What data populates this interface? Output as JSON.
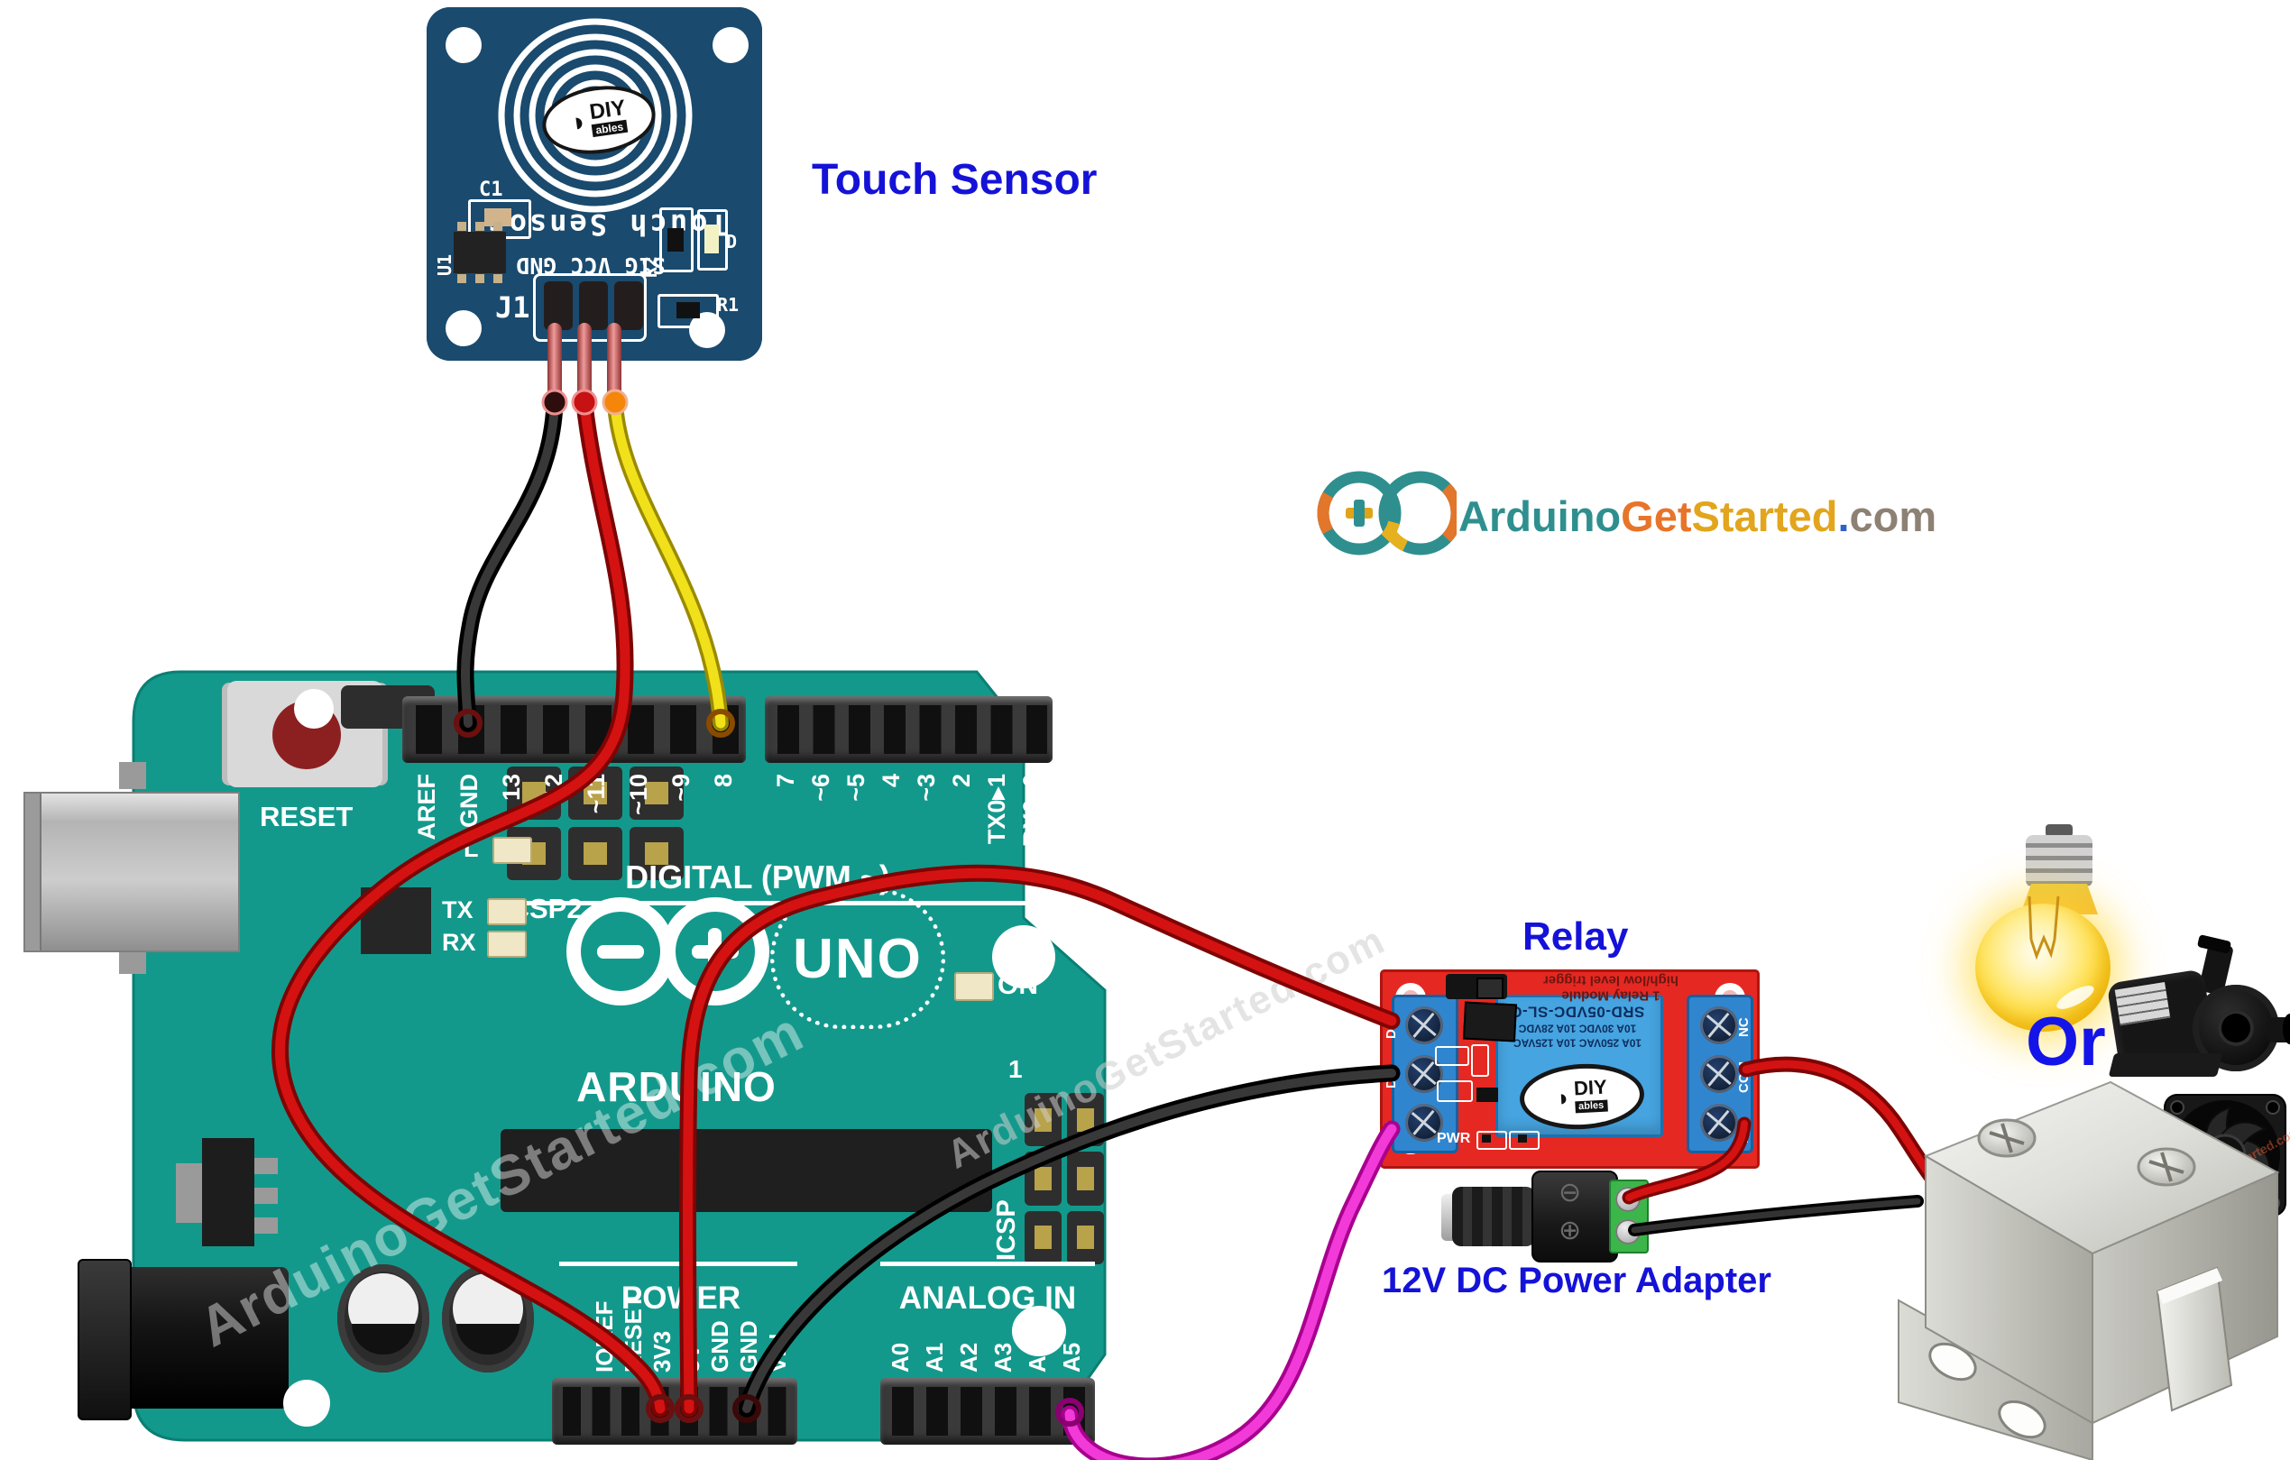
{
  "labels": {
    "touch_sensor": "Touch Sensor",
    "relay": "Relay",
    "power_adapter": "12V DC Power Adapter",
    "or": "Or"
  },
  "logo": {
    "arduino": "Arduino",
    "get": "Get",
    "started": "Started",
    "dot": ".",
    "com": "com"
  },
  "watermark": "ArduinoGetStarted.com",
  "touch_sensor_board": {
    "silkscreen_title": "Touch Sensor",
    "pin_labels": "SIG VCC GND",
    "connector": "J1",
    "refs": {
      "c1": "C1",
      "u1": "U1",
      "r2": "R2",
      "r1": "R1",
      "d": "D"
    },
    "logo_diy": "DIY",
    "logo_ables": "ables"
  },
  "arduino": {
    "reset": "RESET",
    "icsp2": "ICSP2",
    "icsp": "ICSP",
    "icsp_pin1": "1",
    "digital_label": "DIGITAL (PWM ~)",
    "power_label": "POWER",
    "analog_label": "ANALOG IN",
    "brand": "ARDUINO",
    "model": "UNO",
    "on": "ON",
    "led_l": "L",
    "led_tx": "TX",
    "led_rx": "RX",
    "top_pins": [
      "AREF",
      "GND",
      "13",
      "12",
      "~11",
      "~10",
      "~9",
      "8",
      "7",
      "~6",
      "~5",
      "4",
      "~3",
      "2",
      "TX0▸1",
      "RX0◂0"
    ],
    "power_pins": [
      "IOREF",
      "RESET",
      "3V3",
      "5V",
      "GND",
      "GND",
      "VIN"
    ],
    "analog_pins": [
      "A0",
      "A1",
      "A2",
      "A3",
      "A4",
      "A5"
    ]
  },
  "relay_module": {
    "title_line1": "1 Relay Module",
    "title_line2": "high/low level trigger",
    "relay_text1": "SRD-05VDC-SL-C",
    "relay_text2": "10A 250VAC 10A 125VAC",
    "relay_text3": "10A 30VDC 10A 28VDC",
    "logo_diy": "DIY",
    "logo_ables": "ables",
    "pwr": "PWR",
    "left_terminals": [
      "DC+",
      "DC-",
      "IN"
    ],
    "right_terminals": [
      "NC",
      "COM",
      "NO"
    ]
  },
  "colors": {
    "board_teal": "#13998c",
    "sensor_navy": "#1a4a6e",
    "relay_red": "#e62822",
    "terminal_blue": "#2f86cf",
    "relay_cube_blue": "#46a4e0",
    "label_blue": "#1512d8",
    "wire_red": "#d41212",
    "wire_black": "#1d1d1d",
    "wire_yellow": "#efdf10",
    "wire_magenta": "#ee2bd0",
    "logo_teal": "#2f8f8f",
    "logo_orange": "#e8742a",
    "logo_gold": "#e2a51c",
    "logo_gray": "#8d8173"
  }
}
